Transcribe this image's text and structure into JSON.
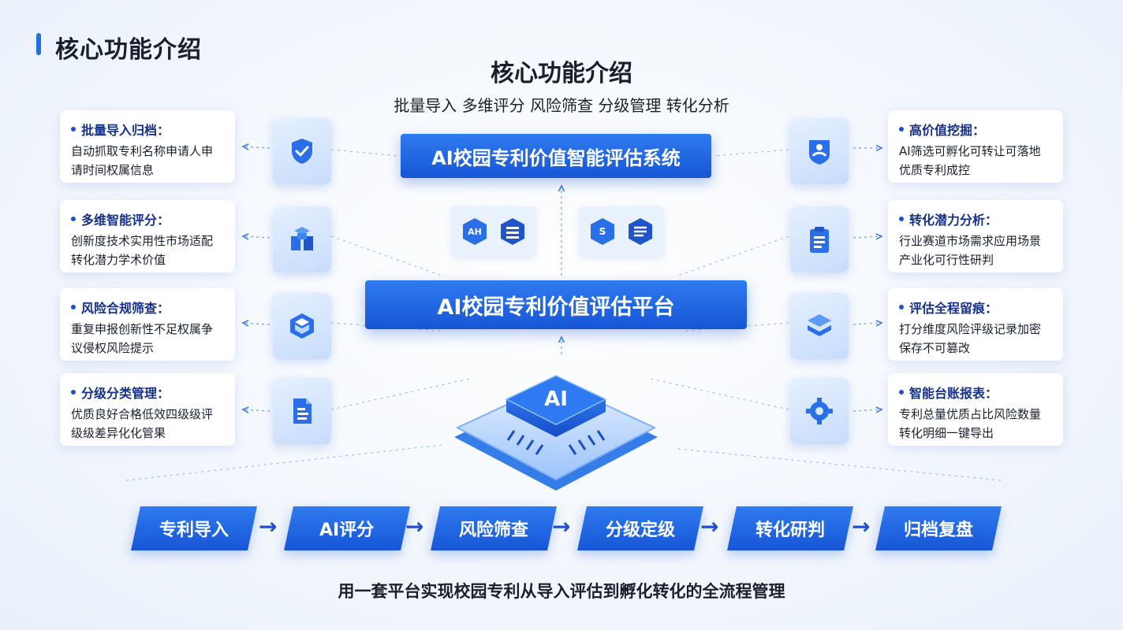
{
  "header": {
    "title": "核心功能介绍"
  },
  "main_title": "核心功能介绍",
  "subtitle": "批量导入 多维评分 风险筛查 分级管理 转化分析",
  "system_box": "AI校园专利价值智能评估系统",
  "platform_box": "AI校园专利价值评估平台",
  "chip_label": "AI",
  "mini_icons": {
    "left_a": "AH",
    "right_a": "S"
  },
  "left_cards": [
    {
      "title": "批量导入归档：",
      "desc": "自动抓取专利名称申请人申请时间权属信息"
    },
    {
      "title": "多维智能评分：",
      "desc": "创新度技术实用性市场适配转化潜力学术价值"
    },
    {
      "title": "风险合规筛查：",
      "desc": "重复申报创新性不足权属争议侵权风险提示"
    },
    {
      "title": "分级分类管理：",
      "desc": "优质良好合格低效四级级评级级差异化化管果"
    }
  ],
  "right_cards": [
    {
      "title": "高价值挖掘：",
      "desc": "AI筛选可孵化可转让可落地优质专利成控"
    },
    {
      "title": "转化潜力分析：",
      "desc": "行业赛道市场需求应用场景产业化可行性研判"
    },
    {
      "title": "评估全程留痕：",
      "desc": "打分维度风险评级记录加密保存不可篡改"
    },
    {
      "title": "智能台账报表：",
      "desc": "专利总量优质占比风险数量转化明细一键导出"
    }
  ],
  "flow": [
    "专利导入",
    "AI评分",
    "风险筛查",
    "分级定级",
    "转化研判",
    "归档复盘"
  ],
  "flow_arrow": "→",
  "footer": "用一套平台实现校园专利从导入评估到孵化转化的全流程管理",
  "colors": {
    "primary": "#1f6fe5",
    "deep": "#1755d6",
    "title_text": "#14308a"
  }
}
